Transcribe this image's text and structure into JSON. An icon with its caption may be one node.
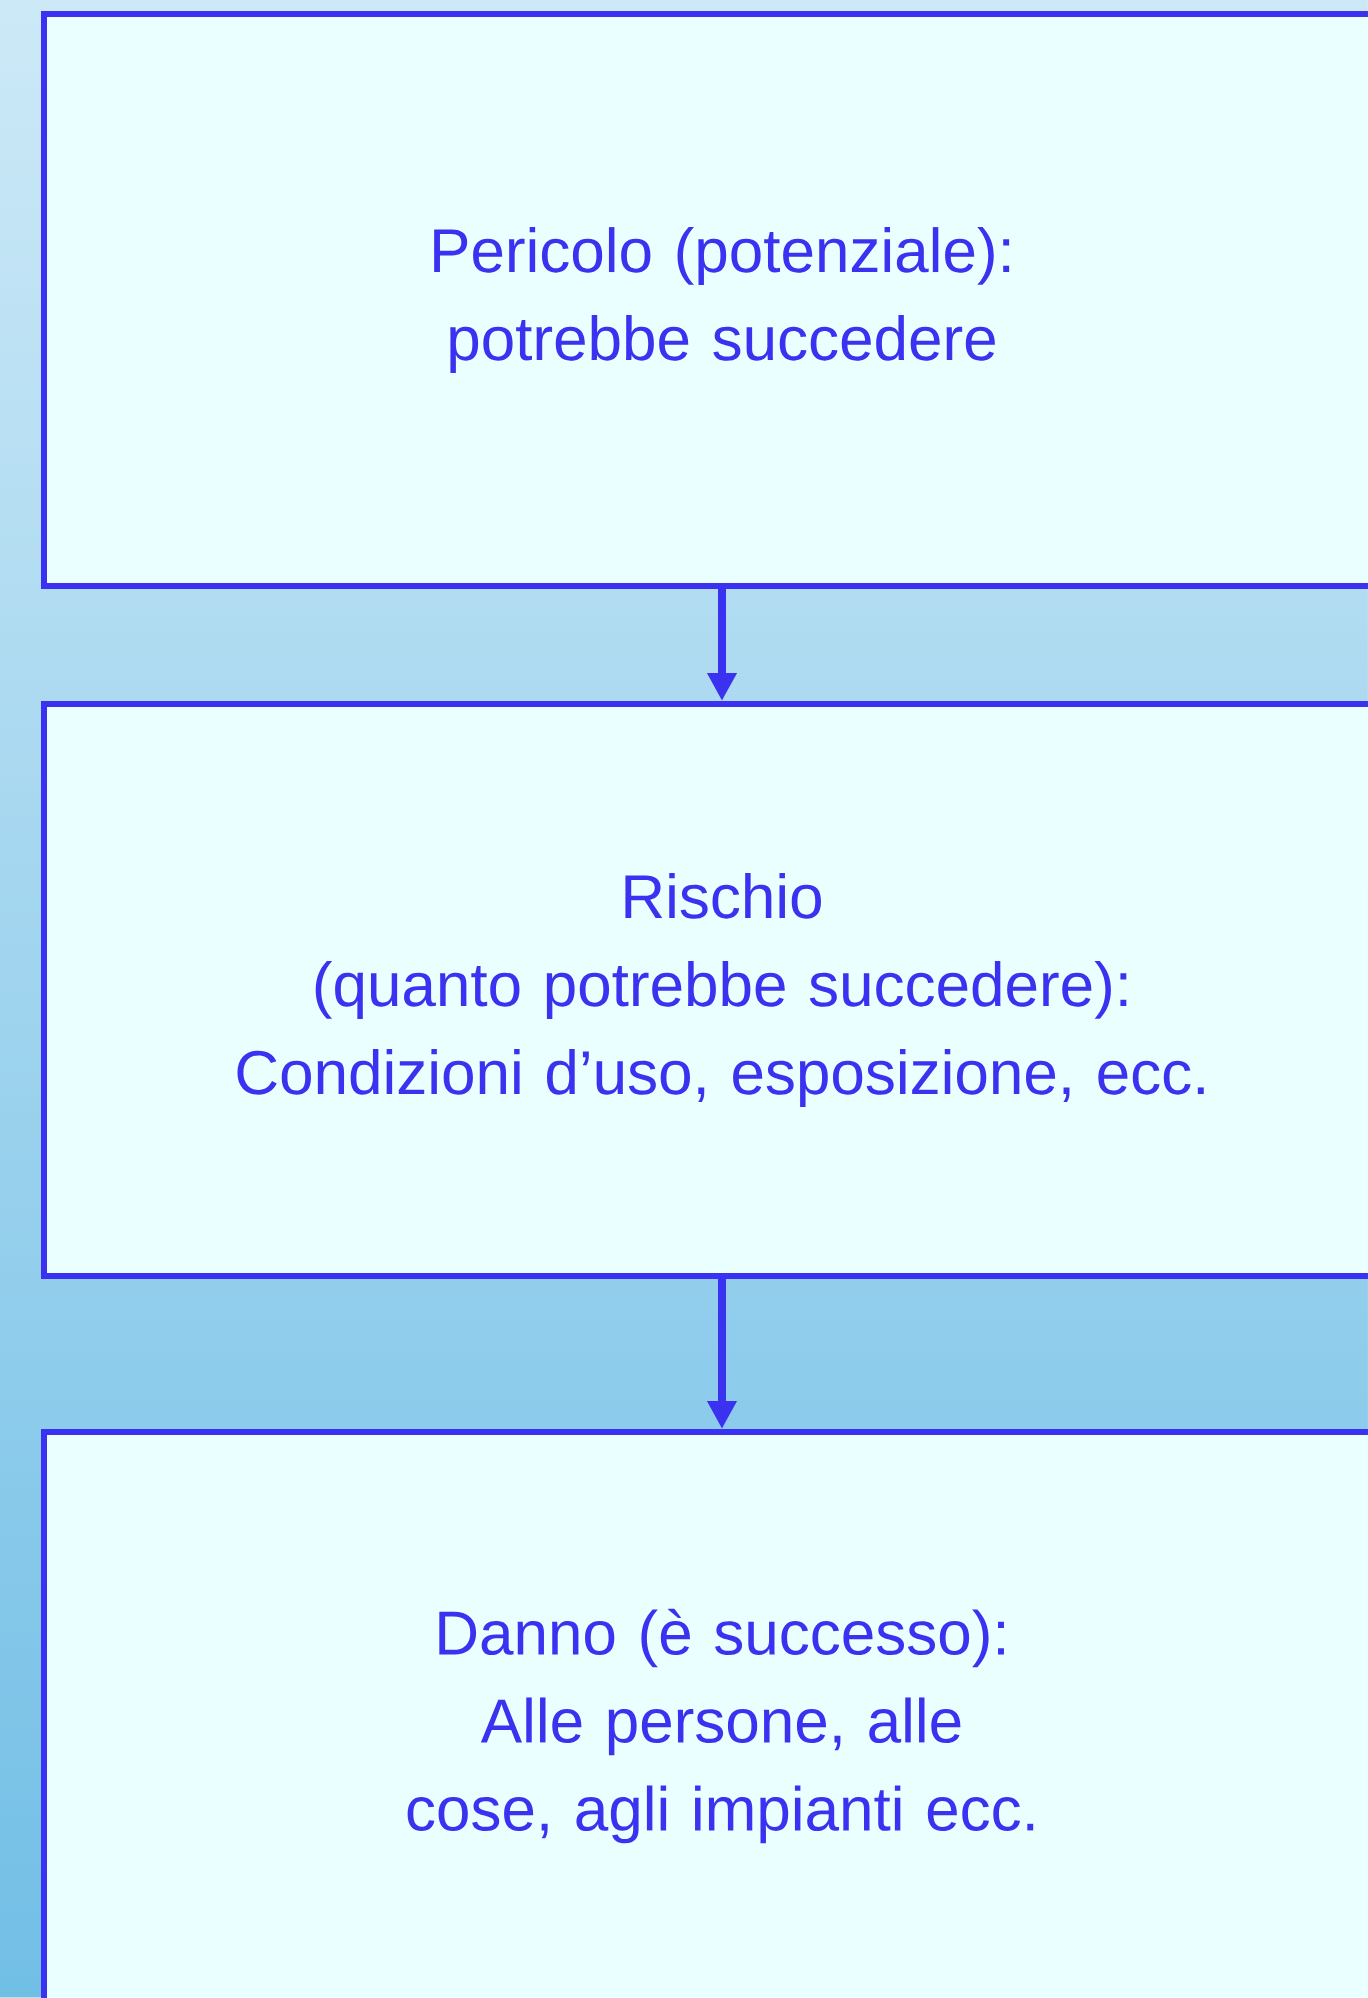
{
  "diagram": {
    "nodes": [
      {
        "text": [
          "Pericolo (potenziale):",
          "potrebbe succedere"
        ]
      },
      {
        "text": [
          "Rischio",
          "(quanto potrebbe succedere):",
          "Condizioni d’uso, esposizione, ecc."
        ]
      },
      {
        "text": [
          "Danno (è successo):",
          "Alle persone, alle cose, agli impianti ecc."
        ]
      }
    ],
    "edges": [
      {
        "from": 0,
        "to": 1,
        "arrow": "to"
      },
      {
        "from": 1,
        "to": 2,
        "arrow": "to"
      }
    ]
  }
}
